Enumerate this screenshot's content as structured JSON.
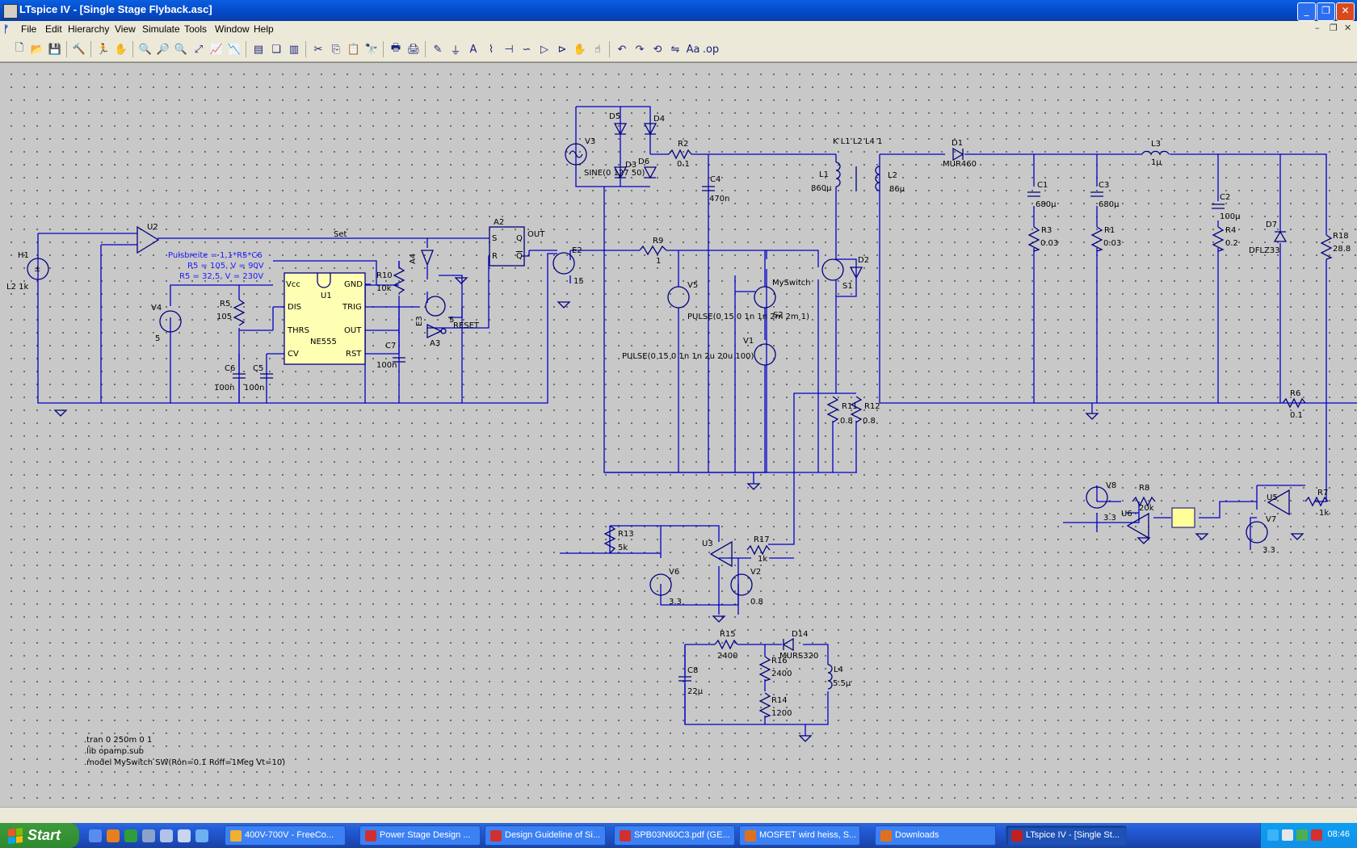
{
  "window": {
    "title": "LTspice IV - [Single Stage Flyback.asc]",
    "buttons": {
      "minimize": "_",
      "restore": "❐",
      "close": "✕"
    },
    "mdi_buttons": {
      "minimize": "–",
      "restore": "❐",
      "close": "✕"
    }
  },
  "menu": {
    "items": [
      "File",
      "Edit",
      "Hierarchy",
      "View",
      "Simulate",
      "Tools",
      "Window",
      "Help"
    ]
  },
  "toolbar": {
    "buttons": [
      {
        "name": "new-schematic-icon",
        "glyph": "🗋"
      },
      {
        "name": "open-icon",
        "glyph": "📂"
      },
      {
        "name": "save-icon",
        "glyph": "💾"
      },
      {
        "name": "control-panel-icon",
        "glyph": "🔨"
      },
      {
        "name": "run-icon",
        "glyph": "🏃"
      },
      {
        "name": "pan-icon",
        "glyph": "✋"
      },
      {
        "name": "zoom-in-icon",
        "glyph": "🔍"
      },
      {
        "name": "zoom-back-icon",
        "glyph": "🔎"
      },
      {
        "name": "zoom-out-icon",
        "glyph": "🔍"
      },
      {
        "name": "zoom-fit-icon",
        "glyph": "⤢"
      },
      {
        "name": "autorange-icon",
        "glyph": "📈"
      },
      {
        "name": "delete-traces-icon",
        "glyph": "📉"
      },
      {
        "name": "tile-horizontal-icon",
        "glyph": "▤"
      },
      {
        "name": "cascade-icon",
        "glyph": "❏"
      },
      {
        "name": "tile-vertical-icon",
        "glyph": "▥"
      },
      {
        "name": "cut-icon",
        "glyph": "✂"
      },
      {
        "name": "copy-icon",
        "glyph": "⎘"
      },
      {
        "name": "paste-icon",
        "glyph": "📋"
      },
      {
        "name": "find-icon",
        "glyph": "🔭"
      },
      {
        "name": "print-setup-icon",
        "glyph": "🖶"
      },
      {
        "name": "print-icon",
        "glyph": "🖨"
      },
      {
        "name": "wire-icon",
        "glyph": "✎"
      },
      {
        "name": "ground-icon",
        "glyph": "⏚"
      },
      {
        "name": "label-net-icon",
        "glyph": "A"
      },
      {
        "name": "resistor-icon",
        "glyph": "⌇"
      },
      {
        "name": "capacitor-icon",
        "glyph": "⊣"
      },
      {
        "name": "inductor-icon",
        "glyph": "∽"
      },
      {
        "name": "diode-icon",
        "glyph": "▷"
      },
      {
        "name": "component-icon",
        "glyph": "⊳"
      },
      {
        "name": "move-icon",
        "glyph": "✋"
      },
      {
        "name": "drag-icon",
        "glyph": "☝"
      },
      {
        "name": "undo-icon",
        "glyph": "↶"
      },
      {
        "name": "redo-icon",
        "glyph": "↷"
      },
      {
        "name": "rotate-icon",
        "glyph": "⟲"
      },
      {
        "name": "mirror-icon",
        "glyph": "⇋"
      },
      {
        "name": "text-icon",
        "glyph": "Aa"
      },
      {
        "name": "spice-directive-icon",
        "glyph": ".op"
      }
    ]
  },
  "schematic": {
    "labels": {
      "H1": "H1",
      "H1_val": "L2 1k",
      "U2": "U2",
      "Set": "Set",
      "pulse1": "Pulsbreite = 1,1*R5*C6",
      "pulse2": "R5 = 105, V = 90V",
      "pulse3": "R5 = 32,5, V = 230V",
      "V4": "V4",
      "V4_val": "5",
      "R5": "R5",
      "R5_val": "105",
      "C6": "C6",
      "C6_val": "100n",
      "C5": "C5",
      "C5_val": "100n",
      "U1": "U1",
      "NE555": "NE555",
      "pin_vcc": "Vcc",
      "pin_gnd": "GND",
      "pin_dis": "DIS",
      "pin_trig": "TRIG",
      "pin_thrs": "THRS",
      "pin_out": "OUT",
      "pin_cv": "CV",
      "pin_rst": "RST",
      "R10": "R10",
      "R10_val": "10k",
      "C7": "C7",
      "C7_val": "100n",
      "A4": "A4",
      "E3": "E3",
      "E3_5": "5",
      "A3": "A3",
      "RESET": "RESET",
      "A2": "A2",
      "S": "S",
      "R": "R",
      "Q": "Q",
      "Qb": "Q",
      "OUT": "OUT",
      "E2": "E2",
      "E2_val": "15",
      "R9": "R9",
      "R9_val": "1",
      "V3": "V3",
      "V3_val": "SINE(0 127 50)",
      "D5": "D5",
      "D4": "D4",
      "D3": "D3",
      "D6": "D6",
      "R2": "R2",
      "R2_val": "0.1",
      "C4": "C4",
      "C4_val": "470n",
      "K": "K L1 L2 L4 1",
      "L1": "L1",
      "L1_val": "860µ",
      "L2": "L2",
      "L2_val": "86µ",
      "D1": "D1",
      "D1_val": "MUR460",
      "C1": "C1",
      "C1_val": "680µ",
      "C3": "C3",
      "C3_val": "680µ",
      "R3": "R3",
      "R3_val": "0.03",
      "R1": "R1",
      "R1_val": "0.03",
      "L3": "L3",
      "L3_val": "1µ",
      "C2": "C2",
      "C2_val": "100µ",
      "R4": "R4",
      "R4_val": "0.2",
      "D7": "D7",
      "D7_val": "DFLZ33",
      "R18": "R18",
      "R18_val": "28.8",
      "V5": "V5",
      "MySwitch": "MySwitch",
      "S1": "S1",
      "D2": "D2",
      "S2": "S2",
      "pulse_s2": "PULSE(0 15 0 1n 1n 2m 2m 1)",
      "V1": "V1",
      "pulse_v1": "PULSE(0 15 0 1n 1n 2u 20u 100)",
      "R11": "R11",
      "R11_val": "0.8",
      "R12": "R12",
      "R12_val": "0.8",
      "R6": "R6",
      "R6_val": "0.1",
      "V8": "V8",
      "V8_val": "3.3",
      "R8": "R8",
      "R8_val": "20k",
      "U6": "U6",
      "U5": "U5",
      "R7": "R7",
      "R7_val": "1k",
      "V7": "V7",
      "V7_val": "3.3",
      "R13": "R13",
      "R13_val": "5k",
      "U3": "U3",
      "R17": "R17",
      "R17_val": "1k",
      "V6": "V6",
      "V6_val": "3.3",
      "V2": "V2",
      "V2_val": "0.8",
      "R15": "R15",
      "R15_val": "2400",
      "D14": "D14",
      "D14_val": "MURS320",
      "R16": "R16",
      "R16_val": "2400",
      "R14": "R14",
      "R14_val": "1200",
      "C8": "C8",
      "C8_val": "22µ",
      "L4": "L4",
      "L4_val": "5.5µ",
      "dir1": ".tran 0 250m 0 1",
      "dir2": ".lib opamp.sub",
      "dir3": ".model MySwitch  SW(Ron=0.1 Roff=1Meg Vt=10)"
    }
  },
  "taskbar": {
    "start_label": "Start",
    "tasks": [
      {
        "label": "400V-700V - FreeCo...",
        "color": "#f0b030"
      },
      {
        "label": "Power Stage Design ...",
        "color": "#d03030"
      },
      {
        "label": "Design Guideline of Si...",
        "color": "#d03030"
      },
      {
        "label": "SPB03N60C3.pdf (GE...",
        "color": "#d03030"
      },
      {
        "label": "MOSFET wird heiss, S...",
        "color": "#e07020"
      },
      {
        "label": "Downloads",
        "color": "#e07020"
      },
      {
        "label": "LTspice IV - [Single St...",
        "color": "#c02020"
      }
    ],
    "clock": "08:46"
  }
}
